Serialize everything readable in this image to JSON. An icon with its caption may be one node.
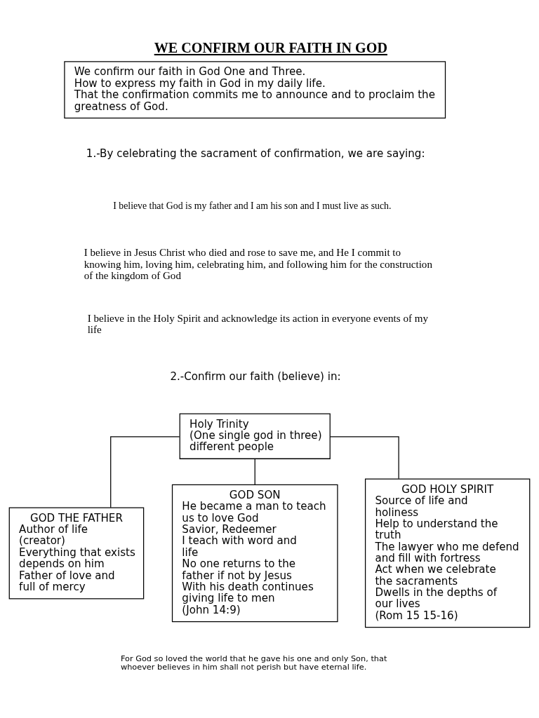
{
  "diagram": {
    "title": "WE CONFIRM OUR FAITH IN GOD",
    "nodes": [
      {
        "text": [
          "We confirm our faith in God One and Three.",
          "How to express my faith in God in my daily life.",
          "That the confirmation commits me to announce and to proclaim the greatness of God."
        ]
      },
      {
        "text": [
          "Holy Trinity",
          "(One single god in three)",
          "different people"
        ]
      },
      {
        "text": [
          "GOD THE FATHER",
          "Author of life (creator)",
          "Everything that exists depends on him",
          "Father of love and full of mercy"
        ]
      },
      {
        "text": [
          "GOD SON",
          "He became a man to teach us to love God",
          "Savior, Redeemer",
          "I teach with word and life",
          "No one returns to the father if not by Jesus",
          "With his death continues giving life to men",
          "(John 14:9)"
        ]
      },
      {
        "text": [
          "GOD HOLY SPIRIT",
          "Source of life and holiness",
          "Help to understand the truth",
          "The lawyer who me defend and fill with fortress",
          "Act when we celebrate the sacraments",
          "Dwells in the depths of our lives",
          "(Rom 15 15-16)"
        ]
      }
    ],
    "edges": [
      {
        "from": 1,
        "to": 2,
        "arrow": "none"
      },
      {
        "from": 1,
        "to": 3,
        "arrow": "none"
      },
      {
        "from": 1,
        "to": 4,
        "arrow": "none"
      }
    ],
    "labels": [
      "1.-By celebrating the sacrament of confirmation, we are saying:",
      "I believe that God is my father and I am his son and I must live as such.",
      "I believe in Jesus Christ who died and rose to save me, and He I commit to knowing him, loving him, celebrating him, and following him for the construction of the kingdom of God",
      "I believe in the Holy Spirit and acknowledge its action in everyone events of my life",
      "2.-Confirm our faith (believe) in:",
      "For God so loved the world that he gave his one and only Son, that whoever believes in him shall not perish but have eternal life."
    ]
  }
}
